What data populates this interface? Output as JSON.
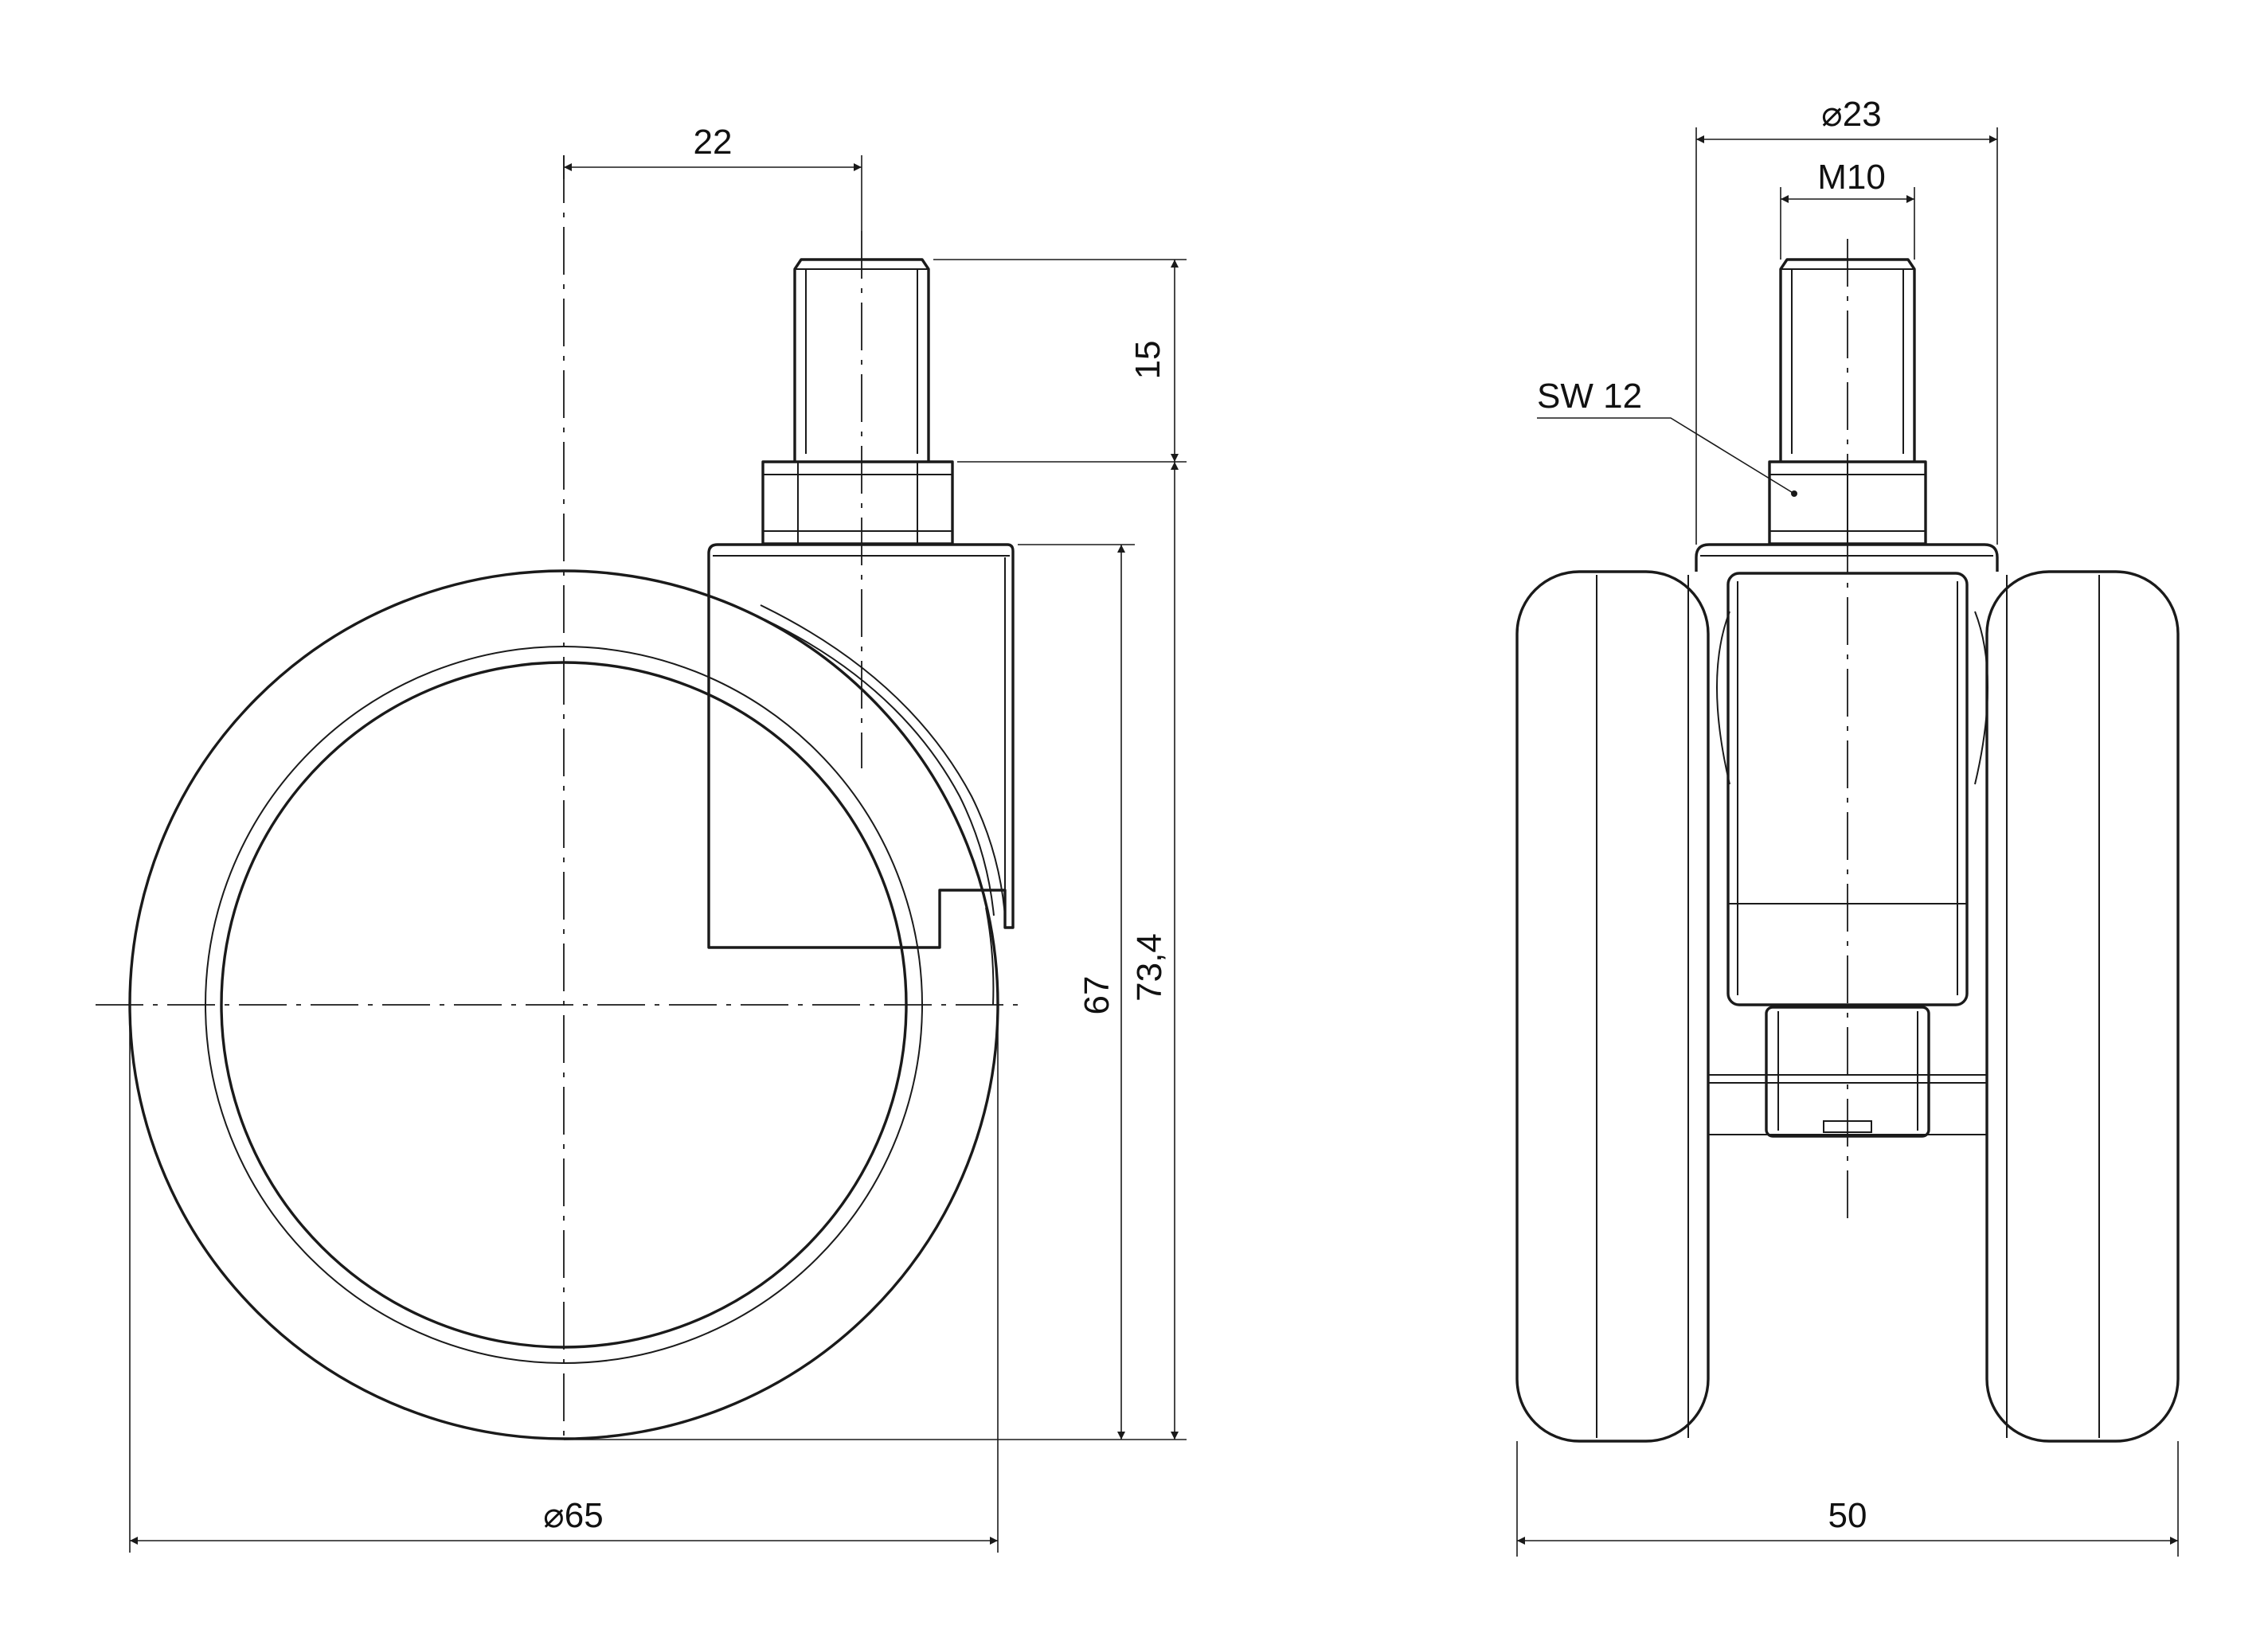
{
  "drawing": {
    "side_view": {
      "offset_label": "22",
      "stem_length_label": "15",
      "height_label": "67",
      "total_height_label": "73,4",
      "wheel_diameter_label": "⌀65"
    },
    "front_view": {
      "collar_diameter_label": "⌀23",
      "thread_label": "M10",
      "wrench_size_label": "SW 12",
      "width_label": "50"
    }
  },
  "colors": {
    "line": "#1a1a1a",
    "background": "#ffffff"
  }
}
